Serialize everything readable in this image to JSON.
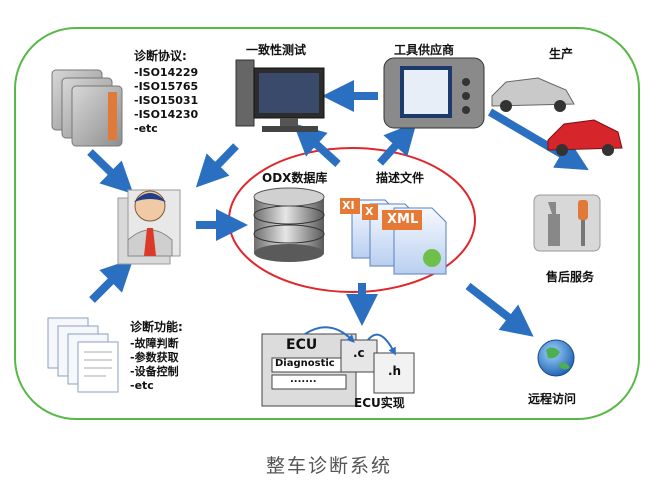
{
  "protocols": {
    "title": "诊断协议:",
    "items": [
      "-ISO14229",
      "-ISO15765",
      "-ISO15031",
      "-ISO14230",
      "-etc"
    ]
  },
  "functions": {
    "title": "诊断功能:",
    "items": [
      "-故障判断",
      "-参数获取",
      "-设备控制",
      "-etc"
    ]
  },
  "labels": {
    "conformance_test": "一致性测试",
    "tool_supplier": "工具供应商",
    "production": "生产",
    "odx_database": "ODX数据库",
    "description_files": "描述文件",
    "aftersales": "售后服务",
    "remote_access": "远程访问",
    "ecu_impl": "ECU实现"
  },
  "ecu_box": {
    "title": "ECU",
    "diagnostic": "Diagnostic",
    "dots": ".......",
    "file_c": ".c",
    "file_h": ".h"
  },
  "xml_docs": [
    "XI",
    "X",
    "XML"
  ],
  "caption": "整车诊断系统",
  "colors": {
    "frame": "#58b848",
    "arrow": "#2a6fc0",
    "ellipse": "#e0262b",
    "caption": "#555555"
  }
}
